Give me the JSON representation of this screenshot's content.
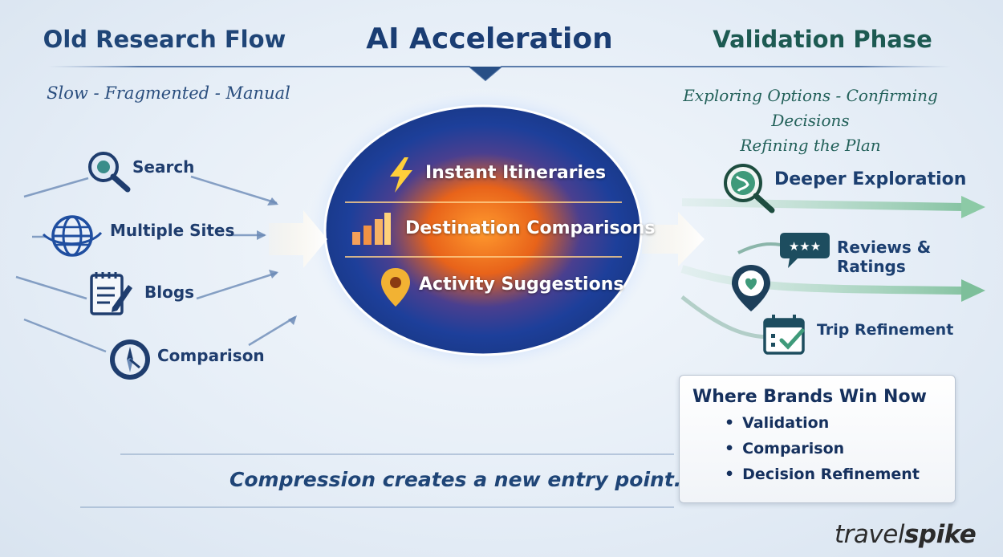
{
  "headings": {
    "left": "Old Research Flow",
    "center": "AI Acceleration",
    "right": "Validation Phase"
  },
  "subtitles": {
    "left": "Slow - Fragmented - Manual",
    "right_line1": "Exploring Options - Confirming Decisions",
    "right_line2": "Refining the Plan"
  },
  "old_flow": {
    "items": [
      {
        "label": "Search",
        "icon": "magnifier-icon"
      },
      {
        "label": "Multiple Sites",
        "icon": "globe-icon"
      },
      {
        "label": "Blogs",
        "icon": "notepad-icon"
      },
      {
        "label": "Comparison",
        "icon": "compass-icon"
      }
    ]
  },
  "ai_core": {
    "items": [
      {
        "label": "Instant Itineraries",
        "icon": "lightning-icon"
      },
      {
        "label": "Destination Comparisons",
        "icon": "bar-chart-icon"
      },
      {
        "label": "Activity Suggestions",
        "icon": "location-pin-icon"
      }
    ]
  },
  "validation": {
    "items": [
      {
        "label": "Deeper Exploration",
        "icon": "map-magnifier-icon"
      },
      {
        "label": "Reviews & Ratings",
        "icon": "rating-bubble-icon"
      },
      {
        "label": "Trip Refinement",
        "icon": "calendar-check-icon"
      }
    ],
    "pin_icon": "heart-pin-icon"
  },
  "brands_box": {
    "title": "Where Brands Win Now",
    "items": [
      "Validation",
      "Comparison",
      "Decision Refinement"
    ]
  },
  "tagline": "Compression creates a new entry point.",
  "logo": {
    "part1": "travel",
    "part2": "spike"
  },
  "colors": {
    "navy": "#1f4577",
    "teal": "#1d5a52",
    "orange_core": "#f07a1e",
    "blue_glow": "#2f6ee0",
    "green_arrow": "#7dbf9a"
  }
}
